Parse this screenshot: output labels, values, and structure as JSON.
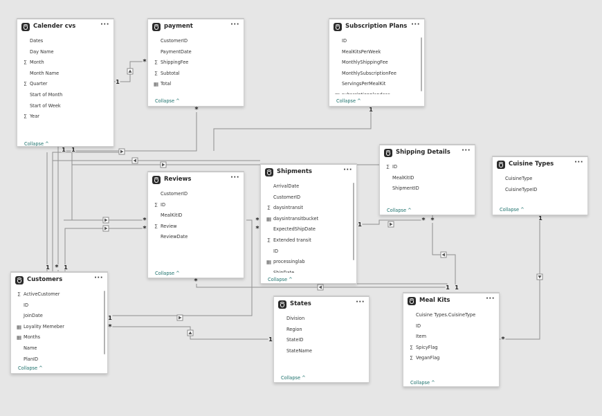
{
  "tables": [
    {
      "id": "calendar",
      "title": "Calender cvs",
      "more": "···",
      "collapse": "Collapse ^",
      "fields": [
        {
          "icon": "",
          "name": "Dates"
        },
        {
          "icon": "",
          "name": "Day Name"
        },
        {
          "icon": "sigma",
          "name": "Month"
        },
        {
          "icon": "",
          "name": "Month Name"
        },
        {
          "icon": "sigma",
          "name": "Quarter"
        },
        {
          "icon": "",
          "name": "Start of Month"
        },
        {
          "icon": "",
          "name": "Start of Week"
        },
        {
          "icon": "sigma",
          "name": "Year"
        }
      ]
    },
    {
      "id": "payment",
      "title": "payment",
      "more": "···",
      "collapse": "Collapse ^",
      "fields": [
        {
          "icon": "",
          "name": "CustomerID"
        },
        {
          "icon": "",
          "name": "PaymentDate"
        },
        {
          "icon": "sigma",
          "name": "ShippingFee"
        },
        {
          "icon": "sigma",
          "name": "Subtotal"
        },
        {
          "icon": "calc",
          "name": "Total"
        }
      ]
    },
    {
      "id": "subscription",
      "title": "Subscription Plans",
      "more": "···",
      "collapse": "Collapse ^",
      "fields": [
        {
          "icon": "",
          "name": "ID"
        },
        {
          "icon": "",
          "name": "MealKitsPerWeek"
        },
        {
          "icon": "",
          "name": "MonthlyShippingFee"
        },
        {
          "icon": "",
          "name": "MonthlySubscriptionFee"
        },
        {
          "icon": "",
          "name": "ServingsPerMealKit"
        },
        {
          "icon": "calc",
          "name": "subscriptionplandesc"
        }
      ]
    },
    {
      "id": "shipping_details",
      "title": "Shipping Details",
      "more": "···",
      "collapse": "Collapse ^",
      "fields": [
        {
          "icon": "sigma",
          "name": "ID"
        },
        {
          "icon": "",
          "name": "MealKitID"
        },
        {
          "icon": "",
          "name": "ShipmentID"
        }
      ]
    },
    {
      "id": "cuisine",
      "title": "Cuisine Types",
      "more": "···",
      "collapse": "Collapse ^",
      "fields": [
        {
          "icon": "",
          "name": "CuisineType"
        },
        {
          "icon": "",
          "name": "CuisineTypeID"
        }
      ]
    },
    {
      "id": "reviews",
      "title": "Reviews",
      "more": "···",
      "collapse": "Collapse ^",
      "fields": [
        {
          "icon": "",
          "name": "CustomerID"
        },
        {
          "icon": "sigma",
          "name": "ID"
        },
        {
          "icon": "",
          "name": "MealKitID"
        },
        {
          "icon": "sigma",
          "name": "Review"
        },
        {
          "icon": "",
          "name": "ReviewDate"
        }
      ]
    },
    {
      "id": "shipments",
      "title": "Shipments",
      "more": "···",
      "collapse": "Collapse ^",
      "fields": [
        {
          "icon": "",
          "name": "ArrivalDate"
        },
        {
          "icon": "",
          "name": "CustomerID"
        },
        {
          "icon": "sigma",
          "name": "daysintransit"
        },
        {
          "icon": "calc",
          "name": "daysintransitbucket"
        },
        {
          "icon": "",
          "name": "ExpectedShipDate"
        },
        {
          "icon": "sigma",
          "name": "Extended transit"
        },
        {
          "icon": "",
          "name": "ID"
        },
        {
          "icon": "calc",
          "name": "processinglab"
        },
        {
          "icon": "",
          "name": "ShipDate"
        }
      ]
    },
    {
      "id": "customers",
      "title": "Customers",
      "more": "···",
      "collapse": "Collapse ^",
      "fields": [
        {
          "icon": "sigma",
          "name": "ActiveCustomer"
        },
        {
          "icon": "",
          "name": "ID"
        },
        {
          "icon": "",
          "name": "JoinDate"
        },
        {
          "icon": "calc",
          "name": "Loyality Memeber"
        },
        {
          "icon": "calc",
          "name": "Months"
        },
        {
          "icon": "",
          "name": "Name"
        },
        {
          "icon": "",
          "name": "PlanID"
        }
      ]
    },
    {
      "id": "states",
      "title": "States",
      "more": "···",
      "collapse": "Collapse ^",
      "fields": [
        {
          "icon": "",
          "name": "Division"
        },
        {
          "icon": "",
          "name": "Region"
        },
        {
          "icon": "",
          "name": "StateID"
        },
        {
          "icon": "",
          "name": "StateName"
        }
      ]
    },
    {
      "id": "mealkits",
      "title": "Meal Kits",
      "more": "···",
      "collapse": "Collapse ^",
      "fields": [
        {
          "icon": "",
          "name": "Cuisine Types.CuisineType"
        },
        {
          "icon": "",
          "name": "ID"
        },
        {
          "icon": "",
          "name": "Item"
        },
        {
          "icon": "sigma",
          "name": "SpicyFlag"
        },
        {
          "icon": "sigma",
          "name": "VeganFlag"
        }
      ]
    }
  ],
  "cardinality": {
    "one": "1",
    "many": "*"
  },
  "colors": {
    "line": "#8f8f8f",
    "link": "#1a6f6a",
    "background": "#e6e6e6"
  }
}
